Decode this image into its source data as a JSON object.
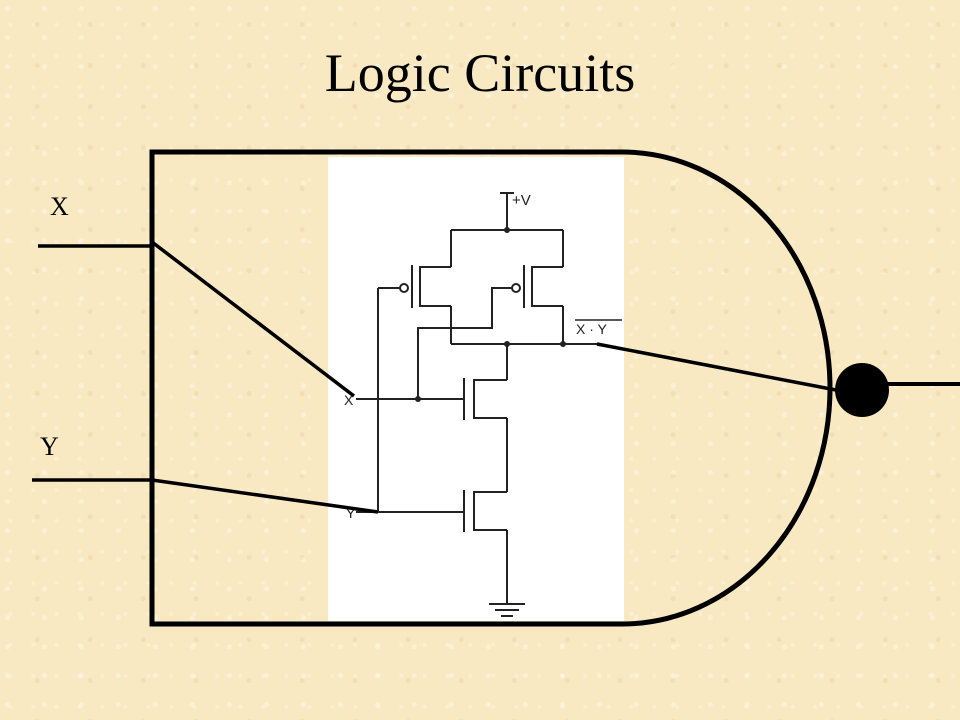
{
  "slide": {
    "title": "Logic Circuits"
  },
  "outer_inputs": {
    "x_label": "X",
    "y_label": "Y"
  },
  "schematic": {
    "supply_label": "+V",
    "input_x_label": "X",
    "input_y_label": "Y",
    "output_label": "X · Y"
  }
}
